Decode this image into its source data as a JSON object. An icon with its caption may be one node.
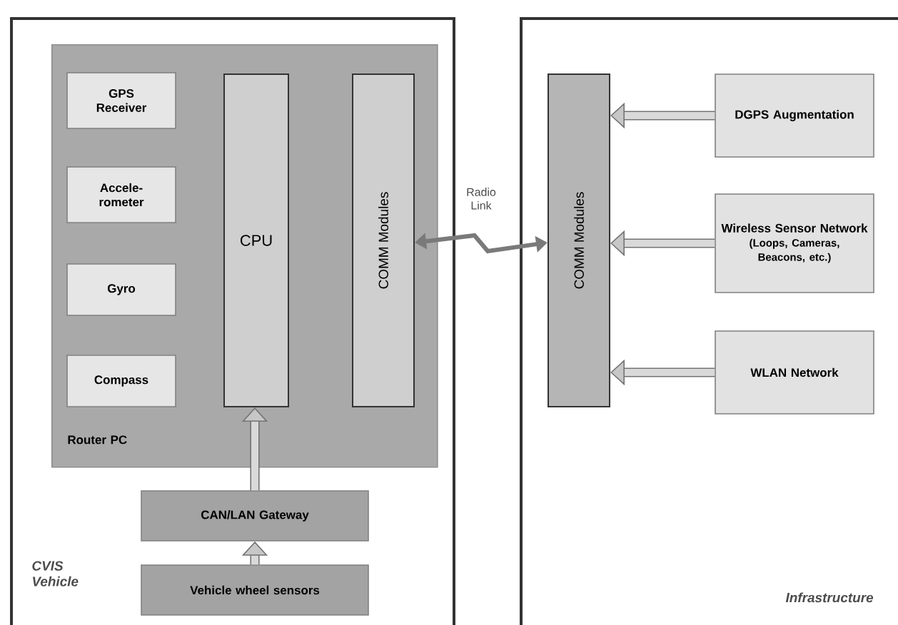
{
  "diagram": {
    "nodes": [
      {
        "text": [
          "CVIS Vehicle"
        ]
      },
      {
        "text": [
          "Router PC"
        ],
        "in": 0
      },
      {
        "text": [
          "GPS Receiver"
        ],
        "in": 1
      },
      {
        "text": [
          "Accele- rometer"
        ],
        "in": 1
      },
      {
        "text": [
          "Gyro"
        ],
        "in": 1
      },
      {
        "text": [
          "Compass"
        ],
        "in": 1
      },
      {
        "text": [
          "CPU"
        ],
        "in": 1
      },
      {
        "text": [
          "COMM Modules"
        ],
        "in": 1
      },
      {
        "text": [
          "CAN/LAN Gateway"
        ],
        "in": 0
      },
      {
        "text": [
          "Vehicle wheel sensors"
        ],
        "in": 0
      },
      {
        "text": [
          "Infrastructure"
        ]
      },
      {
        "text": [
          "COMM Modules"
        ],
        "in": 10
      },
      {
        "text": [
          "DGPS Augmentation"
        ],
        "in": 10
      },
      {
        "text": [
          "Wireless Sensor Network",
          "(Loops, Cameras, Beacons, etc.)"
        ],
        "in": 10
      },
      {
        "text": [
          "WLAN Network"
        ],
        "in": 10
      }
    ],
    "edges": [
      {
        "from": 9,
        "to": 8,
        "arrow": "to"
      },
      {
        "from": 8,
        "to": 6,
        "arrow": "to"
      },
      {
        "from": 7,
        "to": 11,
        "arrow": "both",
        "label": "Radio Link",
        "color": "#7a7a7a"
      },
      {
        "from": 12,
        "to": 11,
        "arrow": "to"
      },
      {
        "from": 13,
        "to": 11,
        "arrow": "to"
      },
      {
        "from": 14,
        "to": 11,
        "arrow": "to"
      }
    ]
  }
}
